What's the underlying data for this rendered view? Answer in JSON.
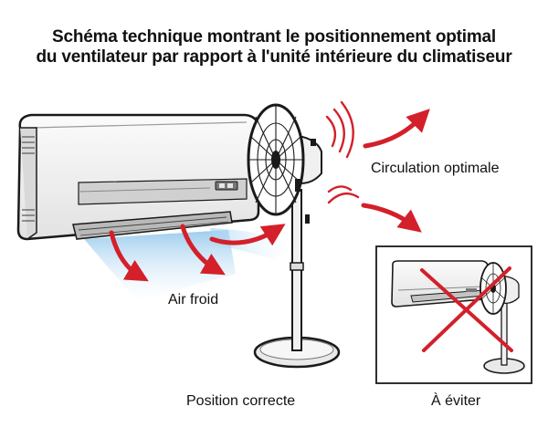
{
  "title": {
    "line1": "Schéma technique montrant le positionnement optimal",
    "line2": "du ventilateur par rapport à l'unité intérieure du climatiseur"
  },
  "labels": {
    "cold_air": "Air froid",
    "optimal_circulation": "Circulation optimale",
    "correct_position": "Position correcte",
    "avoid": "À éviter"
  },
  "colors": {
    "arrow": "#d3202a",
    "cold_air": "#a8d4f2",
    "cross": "#d3202a",
    "unit_body": "#f1f1f1",
    "outline": "#1a1a1a"
  },
  "icons": {
    "ac_unit": "ac-indoor-unit-icon",
    "fan": "stand-fan-icon",
    "cross": "red-cross-icon"
  }
}
